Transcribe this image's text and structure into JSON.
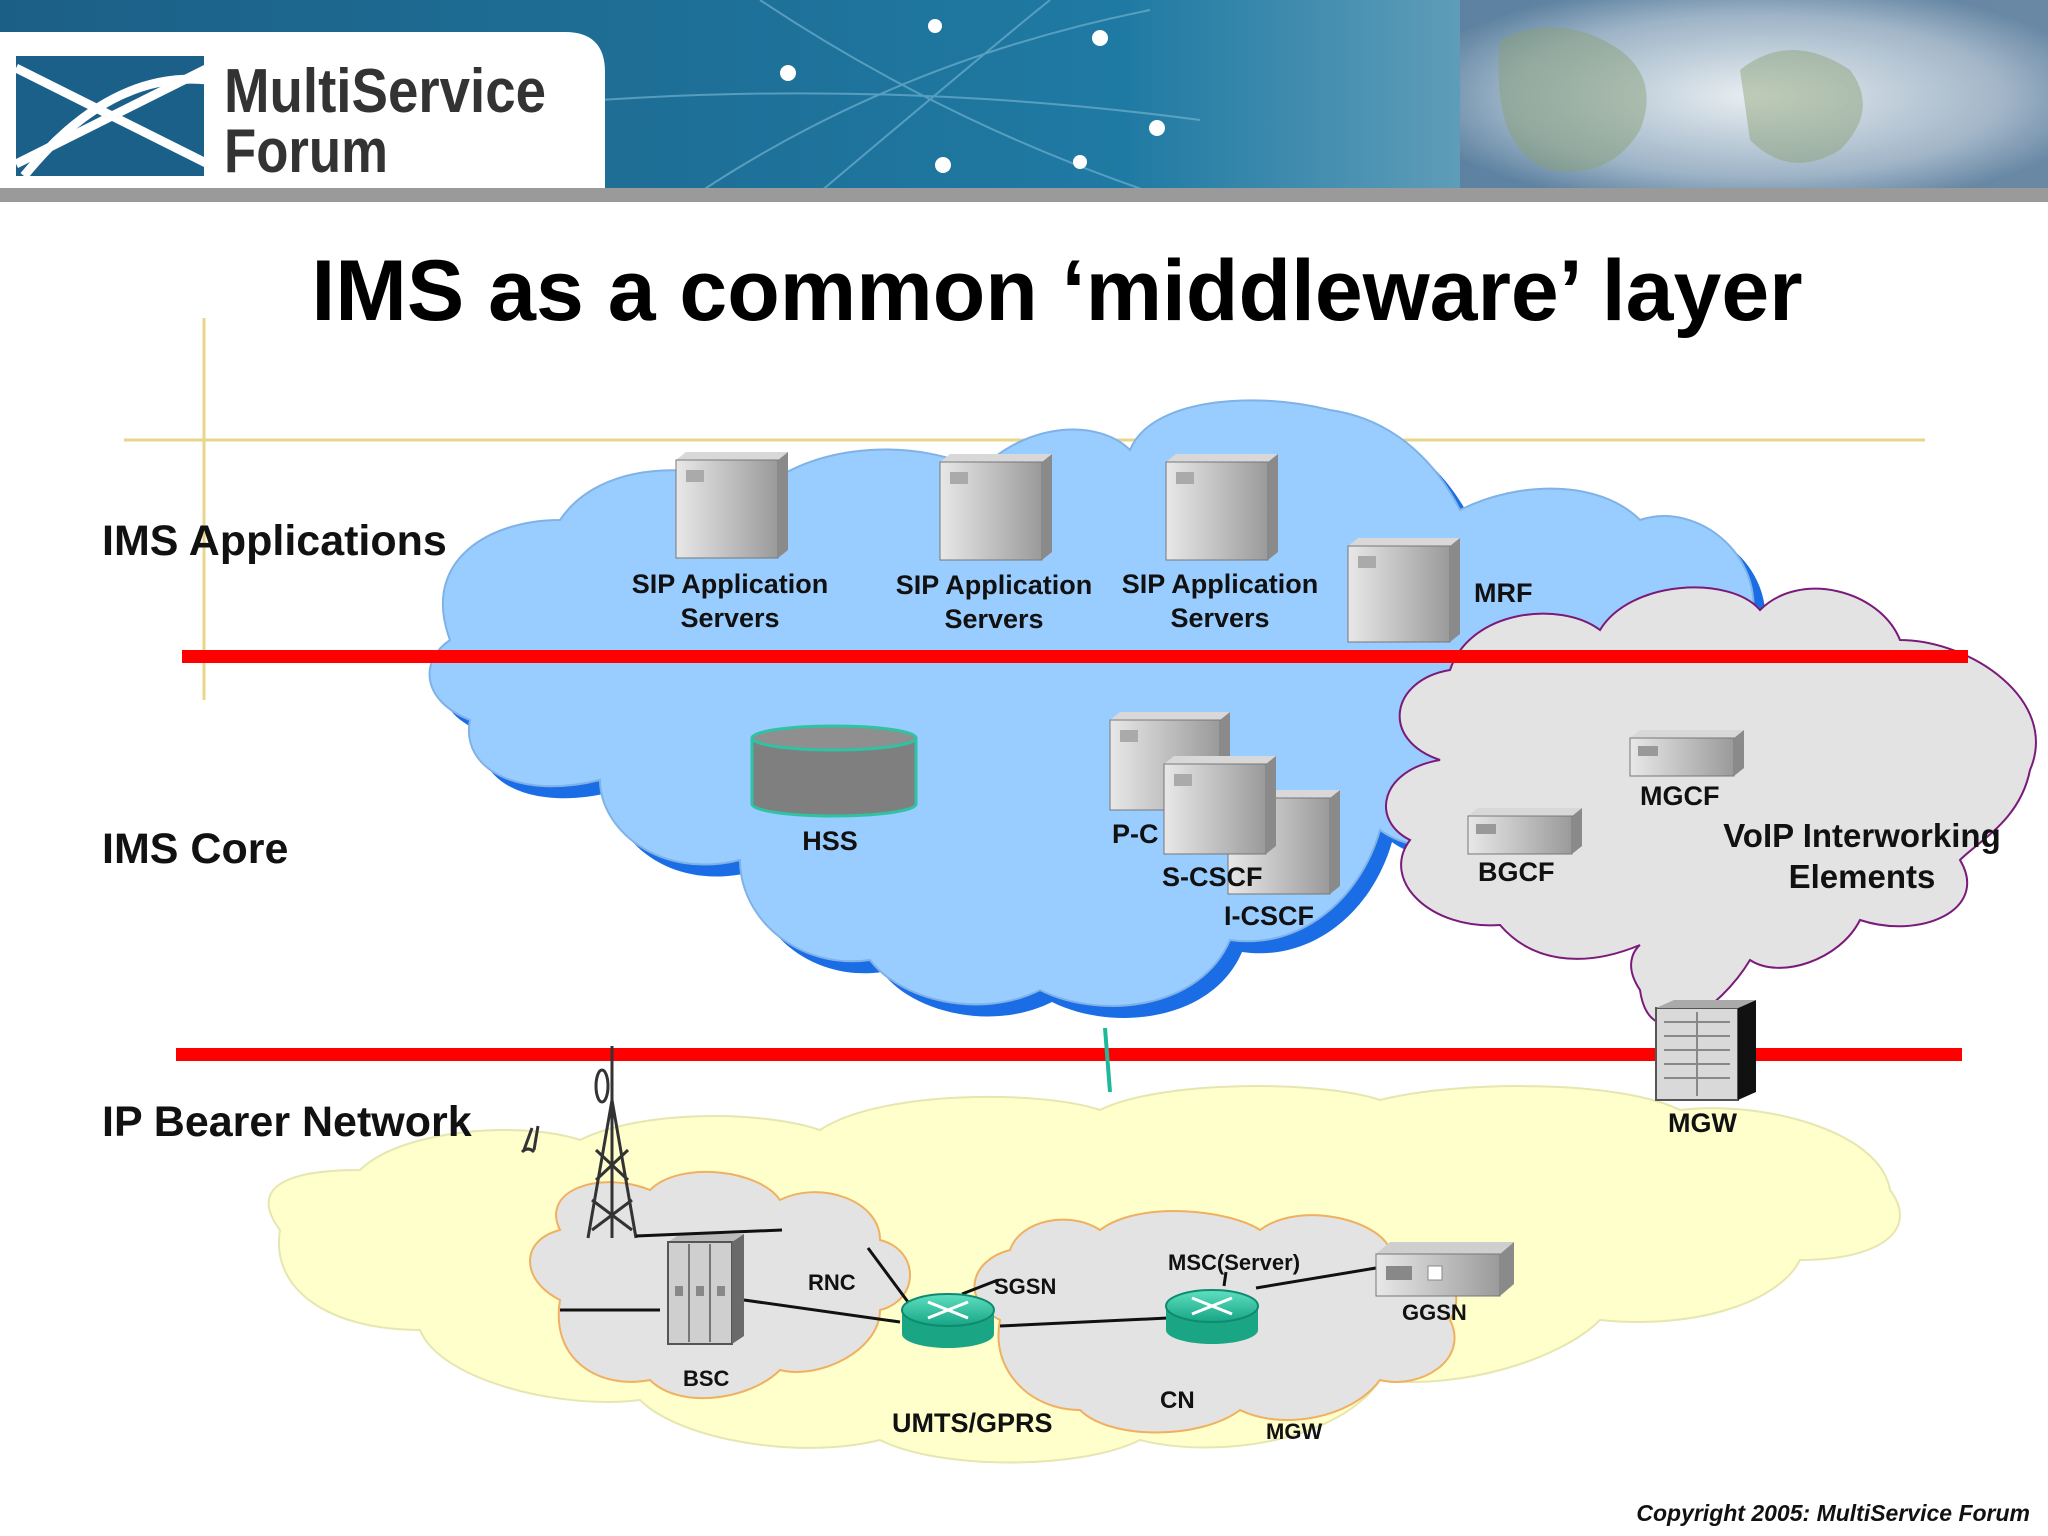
{
  "slide": {
    "title": "IMS as a common ‘middleware’ layer",
    "copyright": "Copyright 2005:  MultiService Forum",
    "logo": {
      "line1": "MultiService",
      "line2": "Forum"
    },
    "colors": {
      "header_blue": "#1f6f95",
      "cloud_blue": "#99ccff",
      "cloud_shadow": "#1b6de6",
      "divider_red": "#ff0000",
      "bearer_yellow": "#ffffcc",
      "router_green": "#2ec4a0"
    }
  },
  "layers": {
    "applications": "IMS Applications",
    "core": "IMS Core",
    "bearer": "IP Bearer Network"
  },
  "applications": {
    "sip1": [
      "SIP Application",
      "Servers"
    ],
    "sip2": [
      "SIP Application",
      "Servers"
    ],
    "sip3": [
      "SIP Application",
      "Servers"
    ],
    "mrf": "MRF"
  },
  "core": {
    "hss": "HSS",
    "pcscf": "P-C",
    "scscf": "S-CSCF",
    "icscf": "I-CSCF"
  },
  "voip": {
    "mgcf": "MGCF",
    "bgcf": "BGCF",
    "title": [
      "VoIP Interworking",
      "Elements"
    ],
    "mgw": "MGW"
  },
  "bearer": {
    "rnc": "RNC",
    "sgsn": "SGSN",
    "msc": "MSC(Server)",
    "ggsn": "GGSN",
    "bsc": "BSC",
    "umts": "UMTS/GPRS",
    "cn": "CN",
    "mgw": "MGW"
  }
}
